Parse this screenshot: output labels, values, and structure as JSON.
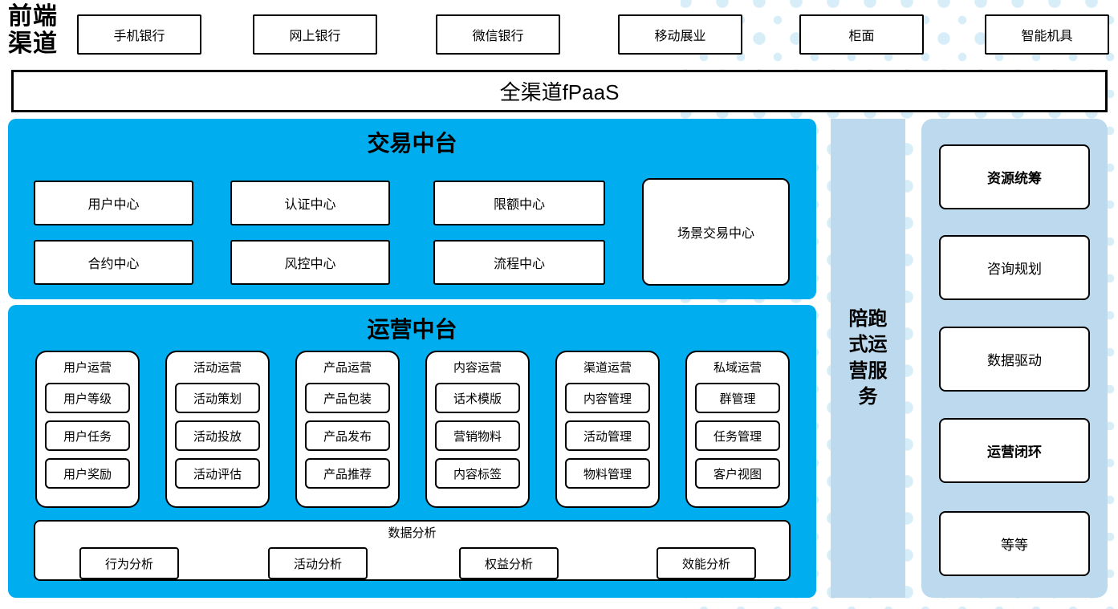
{
  "page": {
    "frontend_label": "前端渠道",
    "channels": [
      "手机银行",
      "网上银行",
      "微信银行",
      "移动展业",
      "柜面",
      "智能机具"
    ],
    "fpaas_label": "全渠道fPaaS",
    "transaction": {
      "title": "交易中台",
      "boxes": [
        "用户中心",
        "认证中心",
        "限额中心",
        "合约中心",
        "风控中心",
        "流程中心"
      ],
      "scenario_box": "场景交易中心"
    },
    "operation": {
      "title": "运营中台",
      "columns": [
        {
          "title": "用户运营",
          "items": [
            "用户等级",
            "用户任务",
            "用户奖励"
          ]
        },
        {
          "title": "活动运营",
          "items": [
            "活动策划",
            "活动投放",
            "活动评估"
          ]
        },
        {
          "title": "产品运营",
          "items": [
            "产品包装",
            "产品发布",
            "产品推荐"
          ]
        },
        {
          "title": "内容运营",
          "items": [
            "话术模版",
            "营销物料",
            "内容标签"
          ]
        },
        {
          "title": "渠道运营",
          "items": [
            "内容管理",
            "活动管理",
            "物料管理"
          ]
        },
        {
          "title": "私域运营",
          "items": [
            "群管理",
            "任务管理",
            "客户视图"
          ]
        }
      ],
      "analysis": {
        "title": "数据分析",
        "items": [
          "行为分析",
          "活动分析",
          "权益分析",
          "效能分析"
        ]
      }
    },
    "companion_bar_label": "陪跑式运营服务",
    "right_panel": {
      "items": [
        {
          "label": "资源统筹",
          "bold": true
        },
        {
          "label": "咨询规划",
          "bold": false
        },
        {
          "label": "数据驱动",
          "bold": false
        },
        {
          "label": "运营闭环",
          "bold": true
        },
        {
          "label": "等等",
          "bold": false
        }
      ]
    },
    "colors": {
      "accent_blue": "#00AEEF",
      "light_blue": "#BDD9EE",
      "dot_blue": "#D7EDF8",
      "border": "#000000"
    }
  }
}
